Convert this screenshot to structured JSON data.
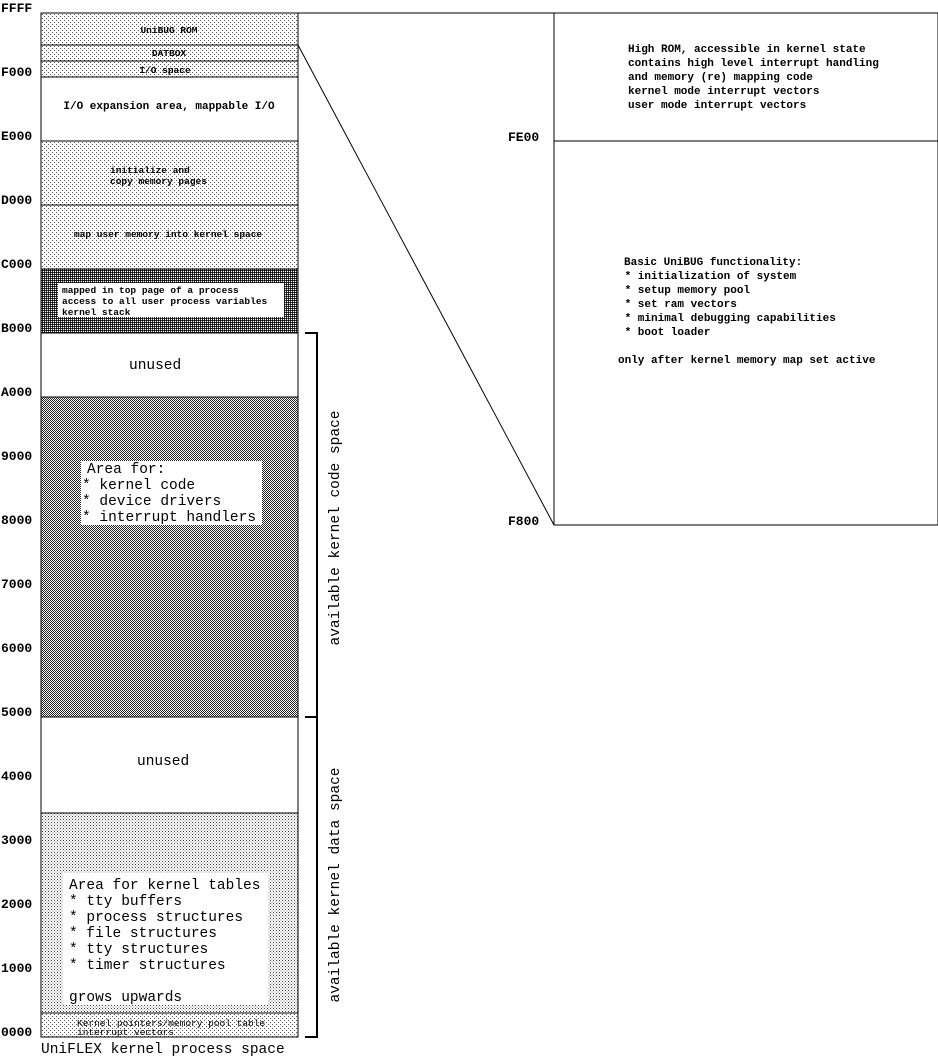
{
  "left_map": {
    "title": "UniFLEX kernel process space",
    "addresses": [
      "FFFF",
      "F000",
      "E000",
      "D000",
      "C000",
      "B000",
      "A000",
      "9000",
      "8000",
      "7000",
      "6000",
      "5000",
      "4000",
      "3000",
      "2000",
      "1000",
      "0000"
    ],
    "blocks": {
      "unibug_rom": "UniBUG ROM",
      "datbox": "DATBOX",
      "io_space": "I/O space",
      "io_expansion": "I/O expansion area, mappable I/O",
      "init_copy": [
        "initialize and",
        "copy memory pages"
      ],
      "map_user": "map user memory into kernel space",
      "top_page": [
        "mapped in top page of a process",
        "access to all user process variables",
        "kernel stack"
      ],
      "unused_upper": "unused",
      "kernel_area": [
        "Area for:",
        "* kernel code",
        "* device drivers",
        "* interrupt handlers"
      ],
      "unused_lower": "unused",
      "kernel_tables": [
        "Area for kernel tables",
        "* tty buffers",
        "* process structures",
        "* file structures",
        "* tty structures",
        "* timer structures",
        "",
        "grows upwards"
      ],
      "bottom": [
        "Kernel pointers/memory pool table",
        "interrupt vectors"
      ]
    },
    "brackets": {
      "code_space": "available kernel code space",
      "data_space": "available kernel data space"
    }
  },
  "right_map": {
    "addresses": [
      "FE00",
      "F800"
    ],
    "high_rom": [
      "High ROM, accessible in kernel state",
      "contains high level interrupt handling",
      "and memory (re) mapping code",
      "kernel mode interrupt vectors",
      "user mode interrupt vectors"
    ],
    "basic": [
      "Basic UniBUG functionality:",
      " * initialization of system",
      " * setup memory pool",
      " * set ram vectors",
      " * minimal debugging capabilities",
      " * boot loader",
      "",
      "only after kernel memory map set active"
    ]
  }
}
